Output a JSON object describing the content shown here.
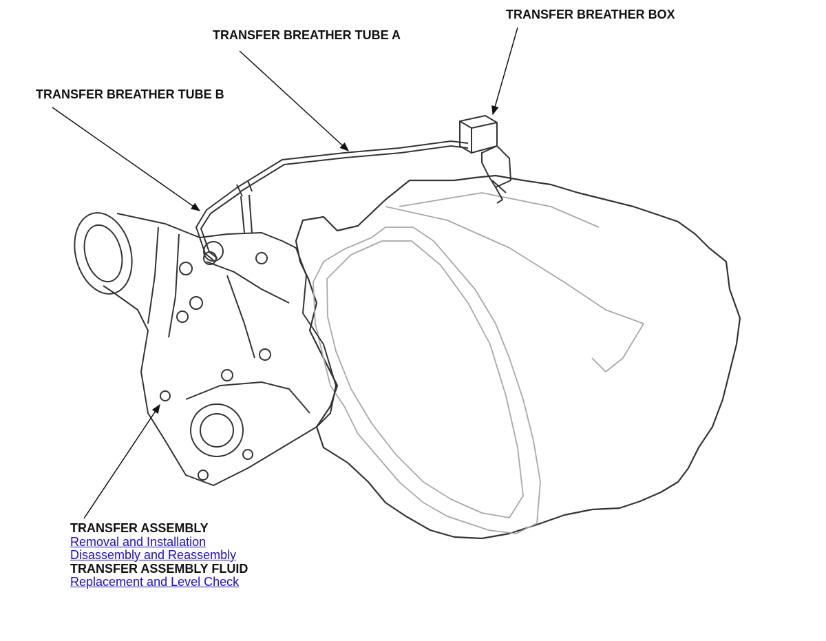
{
  "callouts": {
    "breather_box": "TRANSFER BREATHER BOX",
    "tube_a": "TRANSFER BREATHER TUBE A",
    "tube_b": "TRANSFER BREATHER TUBE B"
  },
  "sections": [
    {
      "heading": "TRANSFER ASSEMBLY",
      "links": [
        "Removal and Installation",
        "Disassembly and Reassembly"
      ]
    },
    {
      "heading": "TRANSFER ASSEMBLY FLUID",
      "links": [
        "Replacement and Level Check"
      ]
    }
  ],
  "colors": {
    "line": "#333333",
    "light_line": "#a8a8a8",
    "link": "#1a0dcc",
    "text": "#111111"
  }
}
